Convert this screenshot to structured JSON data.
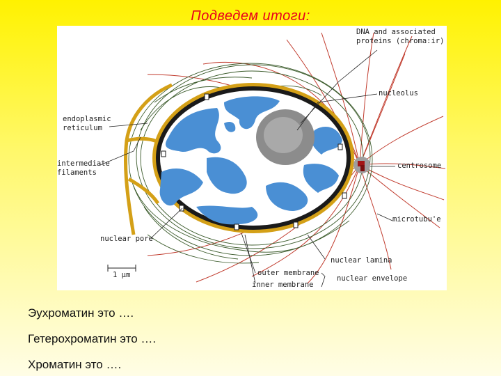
{
  "title": "Подведем итоги:",
  "diagram": {
    "labels": {
      "dna": "DNA and associated\nproteins (chroma:ir)",
      "nucleolus": "nucleolus",
      "er": "endoplasmic\nreticulum",
      "filaments": "intermediate\nfilaments",
      "centrosome": "centrosome",
      "microtubule": "microtubu'e",
      "pore": "nuclear pore",
      "lamina": "nuclear lamina",
      "outer": "outer membrane",
      "inner": "inner membrane",
      "envelope": "nuclear envelope",
      "scale": "1 μm"
    }
  },
  "questions": [
    "Эухроматин это  ….",
    "Гетерохроматин это ….",
    "Хроматин это …."
  ]
}
